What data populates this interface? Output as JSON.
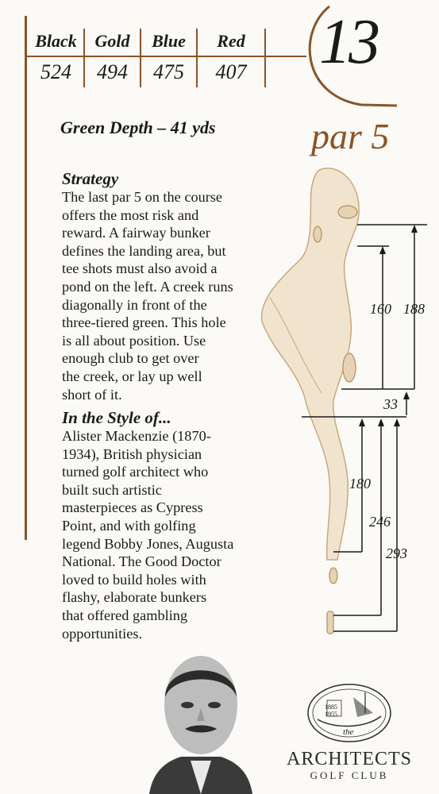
{
  "tees": [
    {
      "name": "Black",
      "yards": "524"
    },
    {
      "name": "Gold",
      "yards": "494"
    },
    {
      "name": "Blue",
      "yards": "475"
    },
    {
      "name": "Red",
      "yards": "407"
    }
  ],
  "hole": {
    "number": "13",
    "par": "par 5",
    "green_depth": "Green Depth – 41 yds"
  },
  "strategy": {
    "heading": "Strategy",
    "lines": [
      "The last par 5 on the course",
      "offers the most risk and",
      "reward. A fairway bunker",
      "defines the landing area, but",
      "tee shots must also avoid a",
      "pond on the left. A creek runs",
      "diagonally in front of the",
      "three-tiered green. This hole",
      "is all about position. Use",
      "enough club to get over",
      "the creek, or lay up well",
      "short of it."
    ]
  },
  "style_of": {
    "heading": "In the Style of...",
    "lines": [
      "Alister Mackenzie (1870-",
      "1934), British physician",
      "turned golf architect who",
      "built such artistic",
      "masterpieces as Cypress",
      "Point, and with golfing",
      "legend Bobby Jones, Augusta",
      "National. The Good Doctor",
      "loved to build holes with",
      "flashy, elaborate bunkers",
      "that offered gambling",
      "opportunities."
    ]
  },
  "distances": {
    "d160": "160",
    "d188": "188",
    "d33": "33",
    "d180": "180",
    "d246": "246",
    "d293": "293"
  },
  "logo": {
    "the": "the",
    "name": "ARCHITECTS",
    "sub": "GOLF CLUB",
    "year1": "1885",
    "year2": "1955"
  },
  "colors": {
    "accent": "#8a5426",
    "sand": "#e8d8bf"
  }
}
